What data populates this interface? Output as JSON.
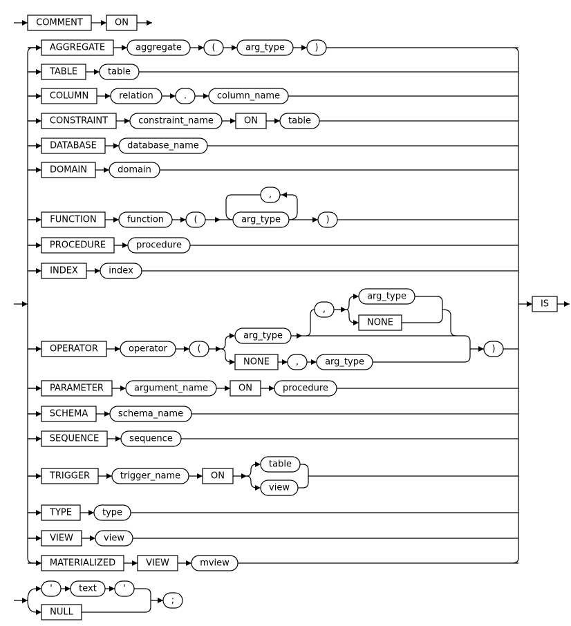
{
  "title_keywords": [
    "COMMENT",
    "ON"
  ],
  "rows": [
    {
      "name": "aggregate",
      "items": [
        {
          "t": "k",
          "v": "AGGREGATE"
        },
        {
          "t": "n",
          "v": "aggregate"
        },
        {
          "t": "n",
          "v": "("
        },
        {
          "t": "n",
          "v": "arg_type"
        },
        {
          "t": "n",
          "v": ")"
        }
      ]
    },
    {
      "name": "table",
      "items": [
        {
          "t": "k",
          "v": "TABLE"
        },
        {
          "t": "n",
          "v": "table"
        }
      ]
    },
    {
      "name": "column",
      "items": [
        {
          "t": "k",
          "v": "COLUMN"
        },
        {
          "t": "n",
          "v": "relation"
        },
        {
          "t": "n",
          "v": "."
        },
        {
          "t": "n",
          "v": "column_name"
        }
      ]
    },
    {
      "name": "constraint",
      "items": [
        {
          "t": "k",
          "v": "CONSTRAINT"
        },
        {
          "t": "n",
          "v": "constraint_name"
        },
        {
          "t": "k",
          "v": "ON"
        },
        {
          "t": "n",
          "v": "table"
        }
      ]
    },
    {
      "name": "database",
      "items": [
        {
          "t": "k",
          "v": "DATABASE"
        },
        {
          "t": "n",
          "v": "database_name"
        }
      ]
    },
    {
      "name": "domain",
      "items": [
        {
          "t": "k",
          "v": "DOMAIN"
        },
        {
          "t": "n",
          "v": "domain"
        }
      ]
    },
    {
      "name": "function",
      "items": [
        {
          "t": "k",
          "v": "FUNCTION"
        },
        {
          "t": "n",
          "v": "function"
        },
        {
          "t": "n",
          "v": "("
        }
      ],
      "loop": {
        "item": "arg_type",
        "sep": ","
      },
      "after": ")"
    },
    {
      "name": "procedure",
      "items": [
        {
          "t": "k",
          "v": "PROCEDURE"
        },
        {
          "t": "n",
          "v": "procedure"
        }
      ]
    },
    {
      "name": "index",
      "items": [
        {
          "t": "k",
          "v": "INDEX"
        },
        {
          "t": "n",
          "v": "index"
        }
      ]
    },
    {
      "name": "operator",
      "items": [
        {
          "t": "k",
          "v": "OPERATOR"
        },
        {
          "t": "n",
          "v": "operator"
        },
        {
          "t": "n",
          "v": "("
        }
      ],
      "operator_branch": {
        "upper": "arg_type",
        "comma": ",",
        "alt_upper": "arg_type",
        "alt_lower": "NONE",
        "lower_kw": "NONE",
        "lower_comma": ",",
        "lower_arg": "arg_type",
        "close": ")"
      }
    },
    {
      "name": "parameter",
      "items": [
        {
          "t": "k",
          "v": "PARAMETER"
        },
        {
          "t": "n",
          "v": "argument_name"
        },
        {
          "t": "k",
          "v": "ON"
        },
        {
          "t": "n",
          "v": "procedure"
        }
      ]
    },
    {
      "name": "schema",
      "items": [
        {
          "t": "k",
          "v": "SCHEMA"
        },
        {
          "t": "n",
          "v": "schema_name"
        }
      ]
    },
    {
      "name": "sequence",
      "items": [
        {
          "t": "k",
          "v": "SEQUENCE"
        },
        {
          "t": "n",
          "v": "sequence"
        }
      ]
    },
    {
      "name": "trigger",
      "items": [
        {
          "t": "k",
          "v": "TRIGGER"
        },
        {
          "t": "n",
          "v": "trigger_name"
        },
        {
          "t": "k",
          "v": "ON"
        }
      ],
      "choice": [
        "table",
        "view"
      ]
    },
    {
      "name": "type",
      "items": [
        {
          "t": "k",
          "v": "TYPE"
        },
        {
          "t": "n",
          "v": "type"
        }
      ]
    },
    {
      "name": "view",
      "items": [
        {
          "t": "k",
          "v": "VIEW"
        },
        {
          "t": "n",
          "v": "view"
        }
      ]
    },
    {
      "name": "materialized",
      "items": [
        {
          "t": "k",
          "v": "MATERIALIZED"
        },
        {
          "t": "k",
          "v": "VIEW"
        },
        {
          "t": "n",
          "v": "mview"
        }
      ]
    }
  ],
  "is_keyword": "IS",
  "tail": {
    "quote_open": "'",
    "text": "text",
    "quote_close": "'",
    "null_kw": "NULL",
    "terminator": ";"
  }
}
